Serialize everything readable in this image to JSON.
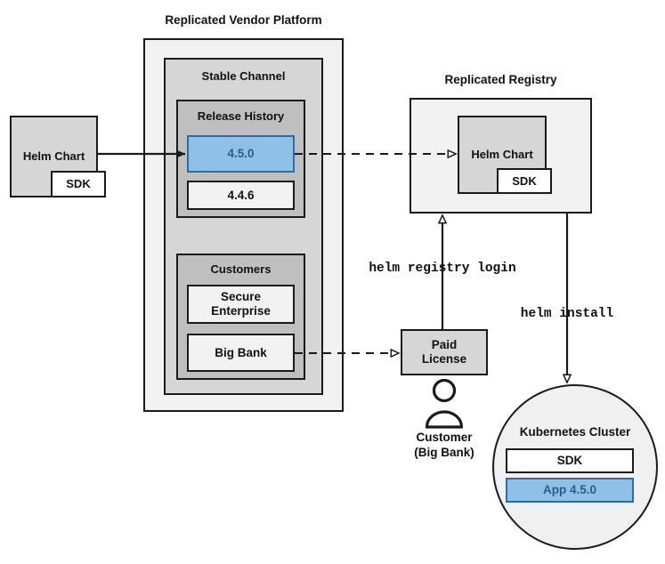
{
  "diagram": {
    "title_vendor_platform": "Replicated Vendor Platform",
    "title_registry": "Replicated Registry"
  },
  "source_chart": {
    "label": "Helm Chart",
    "sdk_label": "SDK"
  },
  "vendor_platform": {
    "stable_channel": {
      "label": "Stable Channel",
      "release_history": {
        "label": "Release History",
        "releases": [
          {
            "version": "4.5.0",
            "highlighted": true
          },
          {
            "version": "4.4.6",
            "highlighted": false
          }
        ]
      },
      "customers": {
        "label": "Customers",
        "items": [
          {
            "name": "Secure\nEnterprise"
          },
          {
            "name": "Big Bank"
          }
        ]
      }
    }
  },
  "registry": {
    "chart": {
      "label": "Helm Chart",
      "sdk_label": "SDK"
    }
  },
  "license": {
    "label": "Paid\nLicense"
  },
  "customer_actor": {
    "icon": "person-icon",
    "line1": "Customer",
    "line2": "(Big Bank)"
  },
  "commands": {
    "registry_login": "helm registry login",
    "install": "helm install"
  },
  "cluster": {
    "label": "Kubernetes Cluster",
    "components": [
      {
        "name": "SDK",
        "highlighted": false
      },
      {
        "name": "App 4.5.0",
        "highlighted": true
      }
    ]
  },
  "colors": {
    "highlight_fill": "#8fc1e8",
    "highlight_border": "#2f6ca5",
    "highlight_text": "#2a5d8f",
    "stroke": "#1a1a1a",
    "panel_lightest": "#f2f2f2",
    "panel_light": "#d6d6d6",
    "panel_mid": "#bfbfbf"
  }
}
